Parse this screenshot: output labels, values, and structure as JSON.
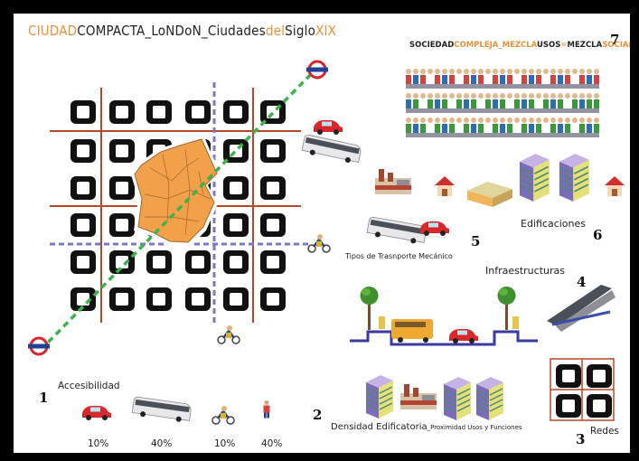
{
  "title": {
    "p1": "CIUDAD",
    "p2": "COMPACTA_LoNDoN_Ciudades",
    "p3": "del",
    "p4": "Siglo",
    "p5": "XIX"
  },
  "sociedad": {
    "p1": "SOCIEDAD",
    "p2": "COMPLEJA_MEZCLA",
    "p3": "USOS",
    "p4": "=",
    "p5": "MEZCLA",
    "p6": "SOCIAL"
  },
  "numbers": {
    "n1": "1",
    "n2": "2",
    "n3": "3",
    "n4": "4",
    "n5": "5",
    "n6": "6",
    "n7": "7"
  },
  "labels": {
    "accesibilidad": "Accesibilidad",
    "densidad": "Densidad Edificatoria",
    "densidad_sub": "_Proximidad Usos y Funciones",
    "redes": "Redes",
    "infraestructuras": "Infraestructuras",
    "transporte": "Tipos de Trasnporte Mecánico",
    "edificaciones": "Edificaciones"
  },
  "accesibilidad_pct": [
    "10%",
    "40%",
    "10%",
    "40%"
  ],
  "colors": {
    "orange": "#e8903a",
    "red_line": "#b5482b",
    "blue_dash": "#7b78c8",
    "green_dash": "#3fb24e",
    "park": "#f2a04a"
  },
  "icons": [
    "underground-logo-icon",
    "car-icon",
    "bus-icon",
    "cyclist-icon",
    "pedestrian-icon",
    "building-icon",
    "factory-icon",
    "house-icon",
    "tree-icon",
    "interchange-icon"
  ]
}
